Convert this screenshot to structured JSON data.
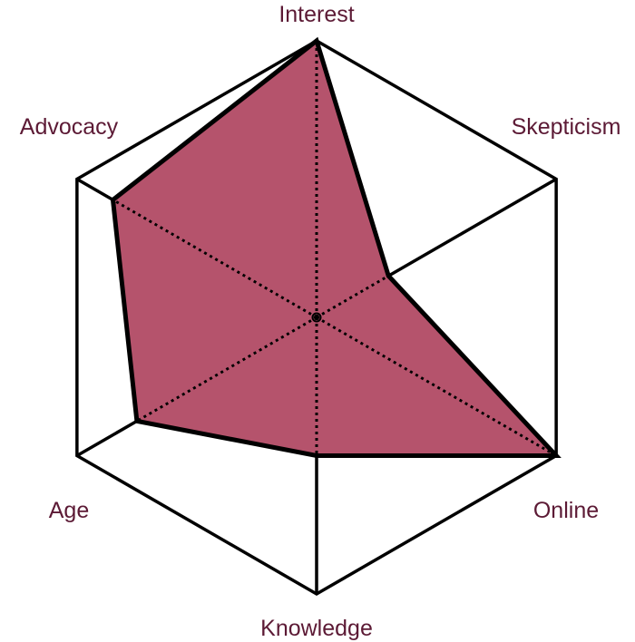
{
  "chart_data": {
    "type": "radar",
    "title": "",
    "axes": [
      "Interest",
      "Skepticism",
      "Online",
      "Knowledge",
      "Age",
      "Advocacy"
    ],
    "values": [
      1.0,
      0.3,
      1.0,
      0.5,
      0.75,
      0.85
    ],
    "range": [
      0,
      1
    ],
    "fill_color": "#b5536c",
    "outline_color": "#000000",
    "label_color": "#5c1a35",
    "grid": "outer hexagon with spokes; spokes inside data region drawn dotted"
  }
}
